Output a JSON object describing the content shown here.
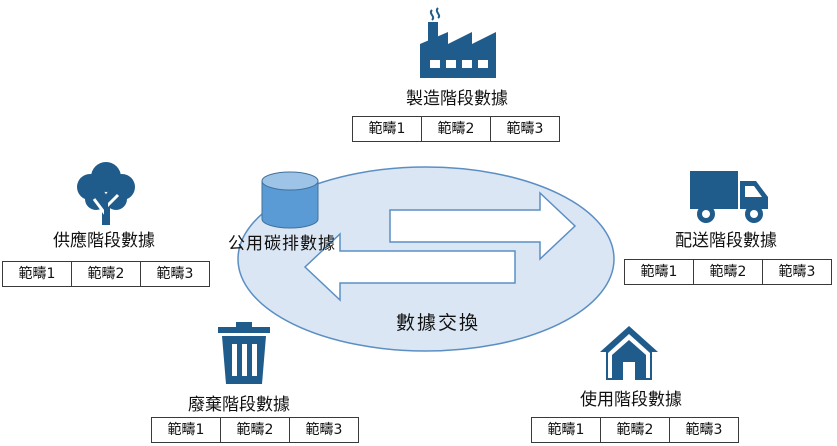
{
  "colors": {
    "icon": "#1f5c8b",
    "ellipse_fill": "#dae6f3",
    "ellipse_stroke": "#5b8fc4",
    "cylinder_top": "#9dc3e6",
    "cylinder_body": "#5b9bd5",
    "arrow_stroke": "#5b8fc4"
  },
  "center": {
    "shared_label": "公用碳排數據",
    "exchange_label": "數據交換"
  },
  "stages": {
    "manufacturing": {
      "icon": "factory-icon",
      "title": "製造階段數據",
      "scopes": [
        "範疇1",
        "範疇2",
        "範疇3"
      ]
    },
    "supply": {
      "icon": "tree-icon",
      "title": "供應階段數據",
      "scopes": [
        "範疇1",
        "範疇2",
        "範疇3"
      ]
    },
    "delivery": {
      "icon": "truck-icon",
      "title": "配送階段數據",
      "scopes": [
        "範疇1",
        "範疇2",
        "範疇3"
      ]
    },
    "disposal": {
      "icon": "trash-icon",
      "title": "廢棄階段數據",
      "scopes": [
        "範疇1",
        "範疇2",
        "範疇3"
      ]
    },
    "usage": {
      "icon": "home-icon",
      "title": "使用階段數據",
      "scopes": [
        "範疇1",
        "範疇2",
        "範疇3"
      ]
    }
  }
}
